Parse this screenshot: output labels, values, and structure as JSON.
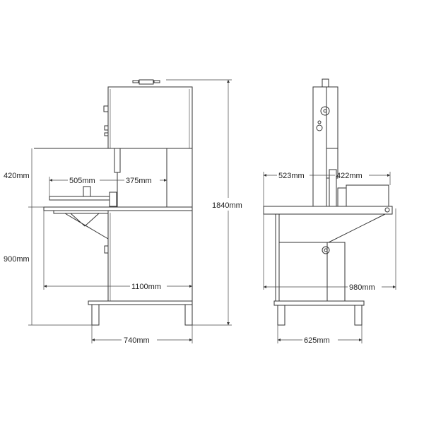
{
  "front_view": {
    "blade_to_column": "505mm",
    "blade_to_frame": "375mm",
    "cutting_height": "420mm",
    "table_height": "900mm",
    "table_length": "1100mm",
    "total_height": "1840mm",
    "base_width": "740mm"
  },
  "side_view": {
    "left_table": "523mm",
    "right_table": "422mm",
    "table_depth": "980mm",
    "base_depth": "625mm"
  },
  "colors": {
    "line": "#333333",
    "background": "#ffffff"
  }
}
